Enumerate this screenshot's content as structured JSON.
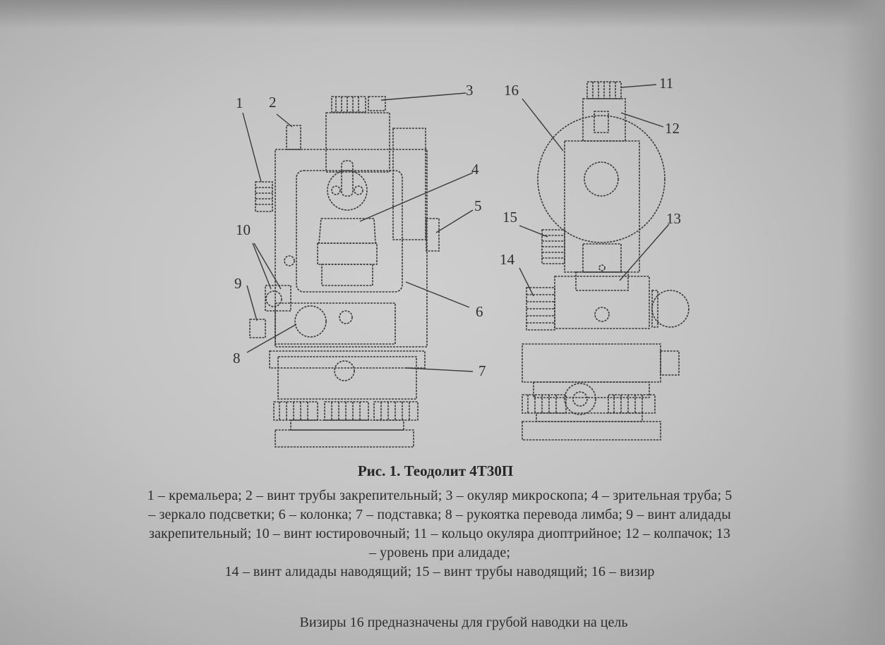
{
  "figure": {
    "callouts": [
      "1",
      "2",
      "3",
      "4",
      "5",
      "6",
      "7",
      "8",
      "9",
      "10",
      "11",
      "12",
      "13",
      "14",
      "15",
      "16"
    ]
  },
  "caption": {
    "title": "Рис. 1. Теодолит 4Т30П",
    "lines": [
      "1 – кремальера; 2 – винт трубы закрепительный; 3 – окуляр микроскопа; 4 – зрительная труба; 5",
      "– зеркало подсветки; 6 – колонка; 7 – подставка; 8 – рукоятка перевода лимба; 9 – винт алидады",
      "закрепительный; 10 – винт юстировочный; 11 – кольцо окуляра диоптрийное; 12 – колпачок; 13",
      "– уровень при алидаде;",
      "14 – винт алидады наводящий; 15 – винт трубы наводящий; 16 – визир"
    ]
  },
  "note": "Визиры 16 предназначены для грубой наводки на цель"
}
